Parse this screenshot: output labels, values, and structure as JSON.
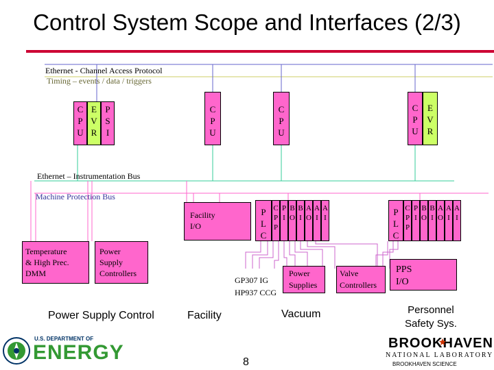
{
  "title": "Control System Scope and Interfaces (2/3)",
  "colors": {
    "title_rule": "#cc0033",
    "cpu_box": "#ff66cc",
    "evr_box": "#ccff66",
    "ethernet_ca_line": "#6666cc",
    "timing_line": "#cccc66",
    "instrumentation_line": "#33cc99",
    "mps_line": "#ff66cc",
    "brookhaven_red": "#cc3300",
    "doe_green": "#339933",
    "doe_blue": "#003366"
  },
  "buses": {
    "ethernet_ca": "Ethernet - Channel Access Protocol",
    "timing": "Timing – events / data / triggers",
    "instrumentation": "Ethernet – Instrumentation Bus",
    "mps": "Machine Protection Bus"
  },
  "crate1": {
    "cpu": "C\nP\nU",
    "evr": "E\nV\nR",
    "psi": "P\nS\nI"
  },
  "crate2": {
    "cpu": "C\nP\nU"
  },
  "crate3": {
    "cpu": "C\nP\nU"
  },
  "crate4": {
    "cpu": "C\nP\nU",
    "evr": "E\nV\nR"
  },
  "plc1": {
    "plc": "P\nL\nC",
    "slots": [
      "C\nP\nP",
      "P\nI",
      "B\nO",
      "B\nI",
      "A\nO",
      "A\nI",
      "A\nI"
    ]
  },
  "plc2": {
    "plc": "P\nL\nC",
    "slots": [
      "C\nP\nP",
      "P\nI",
      "B\nO",
      "B\nI",
      "A\nO",
      "A\nI",
      "A\nI"
    ]
  },
  "boxes": {
    "temperature": "Temperature\n& High Prec.\nDMM",
    "power_supply_controllers": "Power\nSupply\nControllers",
    "facility_io": "Facility\nI/O",
    "gauges": "GP307 IG\nHP937 CCG",
    "power_supplies": "Power\nSupplies",
    "valve_controllers": "Valve\nControllers",
    "pps_io": "PPS\nI/O"
  },
  "groups": {
    "power_supply_control": "Power Supply Control",
    "facility": "Facility",
    "vacuum": "Vacuum",
    "personnel": "Personnel\nSafety Sys."
  },
  "footer": {
    "doe_small": "U.S. DEPARTMENT OF",
    "doe_big": "ENERGY",
    "page_number": "8",
    "bnl_big": "BROOKHAVEN",
    "bnl_sub": "NATIONAL LABORATORY",
    "bnl_science": "BROOKHAVEN SCIENCE"
  }
}
